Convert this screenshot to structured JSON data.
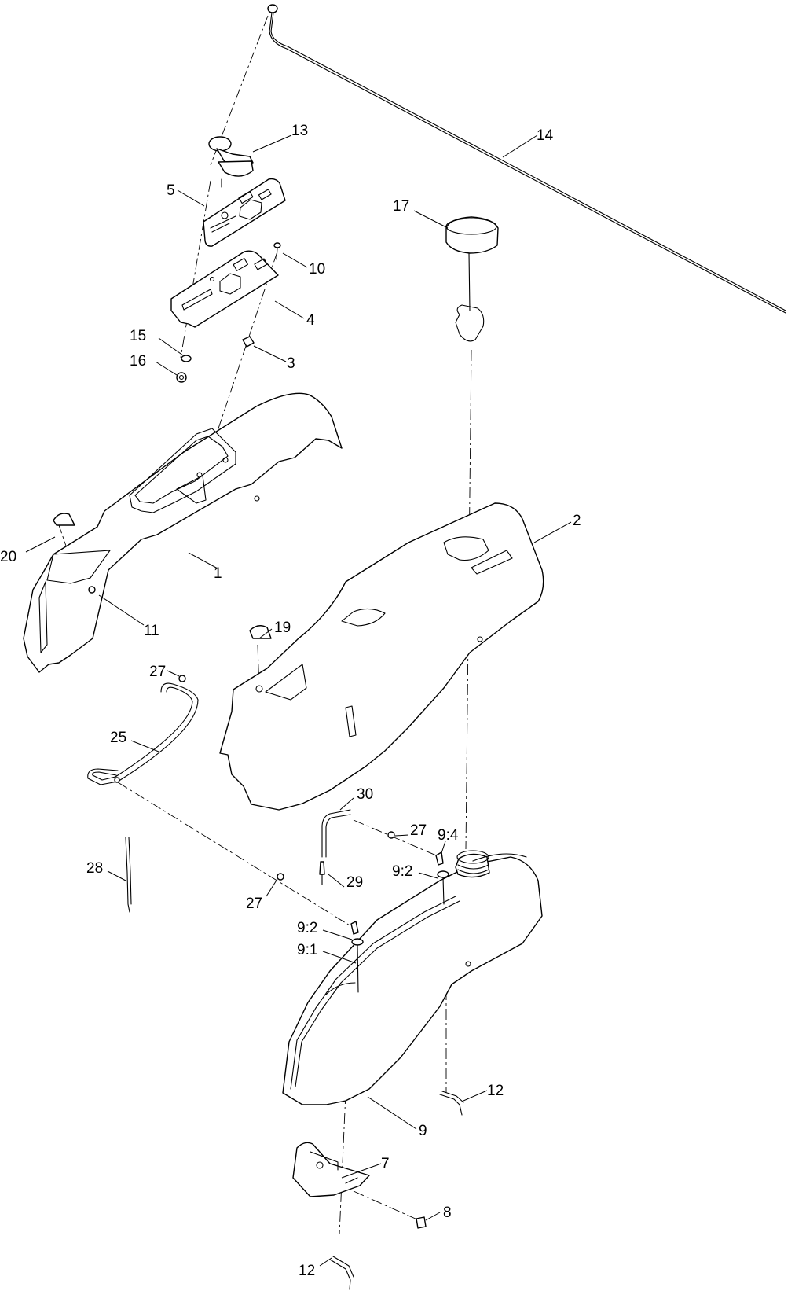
{
  "callouts": [
    {
      "id": "c1",
      "text": "1"
    },
    {
      "id": "c2",
      "text": "2"
    },
    {
      "id": "c3",
      "text": "3"
    },
    {
      "id": "c4",
      "text": "4"
    },
    {
      "id": "c5",
      "text": "5"
    },
    {
      "id": "c7",
      "text": "7"
    },
    {
      "id": "c8",
      "text": "8"
    },
    {
      "id": "c9",
      "text": "9"
    },
    {
      "id": "c9_1",
      "text": "9:1"
    },
    {
      "id": "c9_2a",
      "text": "9:2"
    },
    {
      "id": "c9_2b",
      "text": "9:2"
    },
    {
      "id": "c9_4",
      "text": "9:4"
    },
    {
      "id": "c10",
      "text": "10"
    },
    {
      "id": "c11",
      "text": "11"
    },
    {
      "id": "c12a",
      "text": "12"
    },
    {
      "id": "c12b",
      "text": "12"
    },
    {
      "id": "c13",
      "text": "13"
    },
    {
      "id": "c14",
      "text": "14"
    },
    {
      "id": "c15",
      "text": "15"
    },
    {
      "id": "c16",
      "text": "16"
    },
    {
      "id": "c17",
      "text": "17"
    },
    {
      "id": "c19",
      "text": "19"
    },
    {
      "id": "c20",
      "text": "20"
    },
    {
      "id": "c25",
      "text": "25"
    },
    {
      "id": "c27a",
      "text": "27"
    },
    {
      "id": "c27b",
      "text": "27"
    },
    {
      "id": "c27c",
      "text": "27"
    },
    {
      "id": "c28",
      "text": "28"
    },
    {
      "id": "c29",
      "text": "29"
    },
    {
      "id": "c30",
      "text": "30"
    }
  ]
}
